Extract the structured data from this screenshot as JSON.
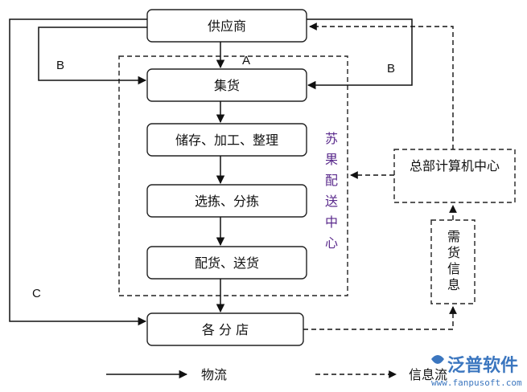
{
  "nodes": {
    "supplier": "供应商",
    "collect": "集货",
    "storage": "储存、加工、整理",
    "pick": "选拣、分拣",
    "deliver": "配货、送货",
    "stores": "各 分 店",
    "hq": "总部计算机中心",
    "demand": [
      "需",
      "货",
      "信",
      "息"
    ],
    "center": [
      "苏",
      "果",
      "配",
      "送",
      "中",
      "心"
    ]
  },
  "route_labels": {
    "a": "A",
    "b_left": "B",
    "b_right": "B",
    "c": "C"
  },
  "legend": {
    "logistics": "物流",
    "info": "信息流"
  },
  "watermark": {
    "brand": "泛普软件",
    "url": "www.fanpusoft.com"
  }
}
